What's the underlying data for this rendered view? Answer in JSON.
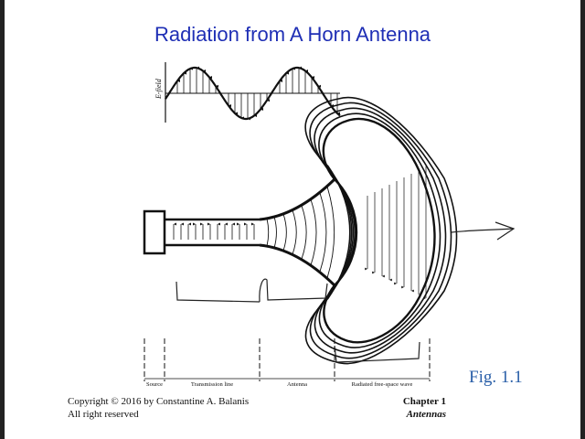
{
  "slide": {
    "title": "Radiation from A Horn Antenna",
    "figure_label": "Fig. 1.1",
    "copyright_line1": "Copyright © 2016 by Constantine A. Balanis",
    "copyright_line2": "All right reserved",
    "chapter_number": "Chapter 1",
    "chapter_name": "Antennas"
  },
  "diagram": {
    "efield_axis_label": "E-field",
    "regions": [
      "Source",
      "Transmission line",
      "Antenna",
      "Radiated free-space wave"
    ]
  }
}
